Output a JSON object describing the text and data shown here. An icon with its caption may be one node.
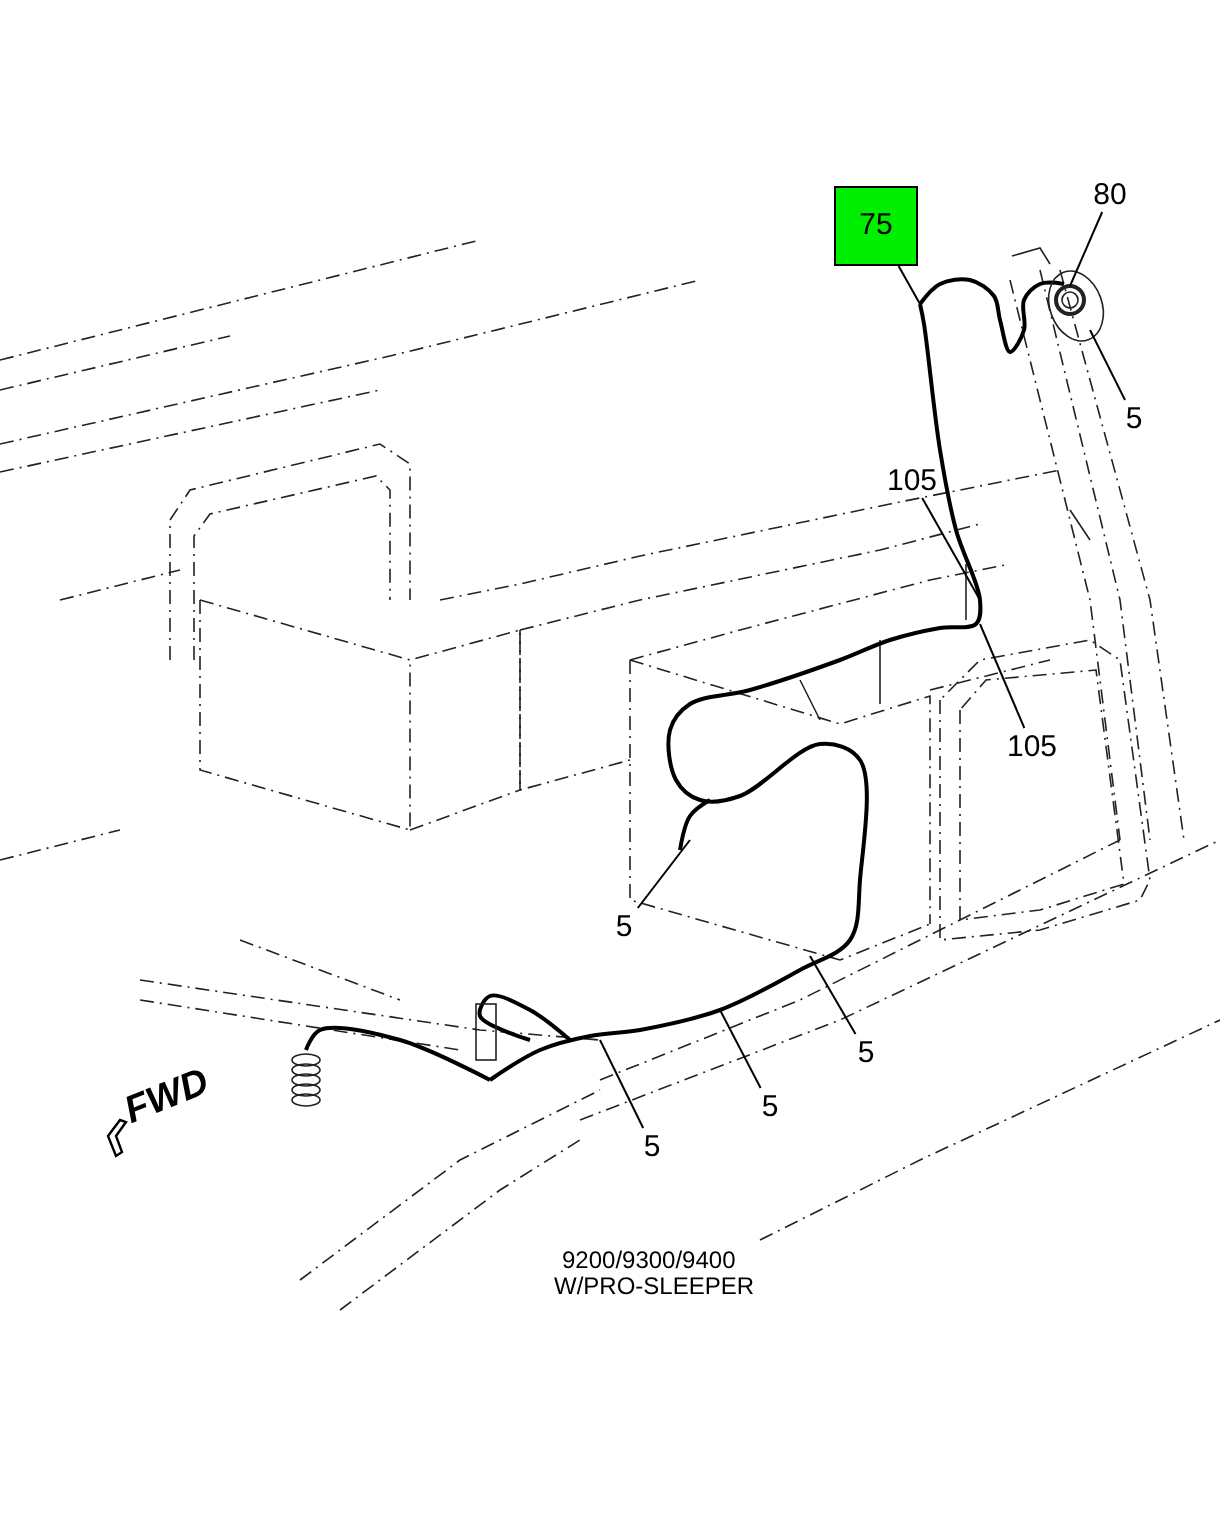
{
  "diagram": {
    "nodes": [
      {
        "text": [
          "75"
        ]
      },
      {
        "text": [
          "80"
        ]
      },
      {
        "text": [
          "5"
        ]
      },
      {
        "text": [
          "105"
        ]
      },
      {
        "text": [
          "105"
        ]
      },
      {
        "text": [
          "5"
        ]
      },
      {
        "text": [
          "5"
        ]
      },
      {
        "text": [
          "5"
        ]
      },
      {
        "text": [
          "5"
        ]
      }
    ],
    "edges": [
      {
        "from": 0,
        "to": null,
        "arrow": "none"
      },
      {
        "from": 1,
        "to": null,
        "arrow": "none"
      },
      {
        "from": 2,
        "to": null,
        "arrow": "none"
      },
      {
        "from": 3,
        "to": null,
        "arrow": "none"
      },
      {
        "from": 4,
        "to": null,
        "arrow": "none"
      },
      {
        "from": 5,
        "to": null,
        "arrow": "none"
      },
      {
        "from": 6,
        "to": null,
        "arrow": "none"
      },
      {
        "from": 7,
        "to": null,
        "arrow": "none"
      },
      {
        "from": 8,
        "to": null,
        "arrow": "none"
      }
    ],
    "labels": [
      "FWD",
      "9200/9300/9400",
      "W/PRO-SLEEPER"
    ]
  }
}
